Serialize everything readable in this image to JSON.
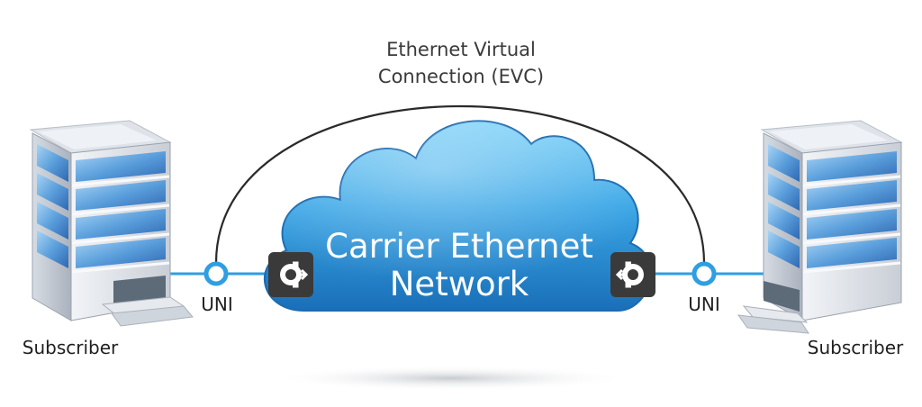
{
  "evc": {
    "line1": "Ethernet Virtual",
    "line2": "Connection (EVC)"
  },
  "network": {
    "line1": "Carrier Ethernet",
    "line2": "Network"
  },
  "uni_left": {
    "label": "UNI"
  },
  "uni_right": {
    "label": "UNI"
  },
  "subscriber_left": {
    "label": "Subscriber"
  },
  "subscriber_right": {
    "label": "Subscriber"
  },
  "icons": {
    "left_router": "router-icon",
    "right_router": "router-icon",
    "left_building": "building-icon",
    "right_building": "building-icon"
  },
  "colors": {
    "cloud_light": "#5cc0f2",
    "cloud_dark": "#1f7fc6",
    "link_line": "#2f9ee2",
    "arc": "#2a2a2a",
    "router_box": "#3a3a3a"
  }
}
